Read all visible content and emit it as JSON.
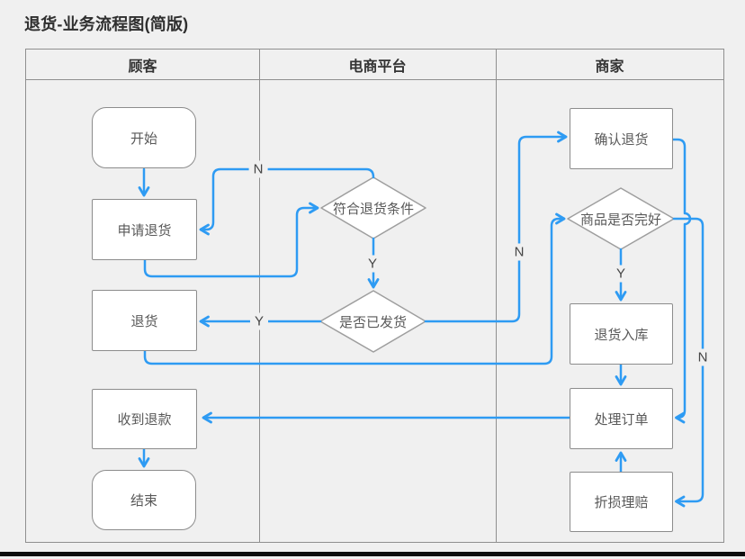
{
  "title": "退货-业务流程图(简版)",
  "lanes": [
    {
      "label": "顾客"
    },
    {
      "label": "电商平台"
    },
    {
      "label": "商家"
    }
  ],
  "nodes": {
    "start": {
      "label": "开始",
      "type": "terminator",
      "lane": "顾客"
    },
    "apply": {
      "label": "申请退货",
      "type": "process",
      "lane": "顾客"
    },
    "return_goods": {
      "label": "退货",
      "type": "process",
      "lane": "顾客"
    },
    "refund": {
      "label": "收到退款",
      "type": "process",
      "lane": "顾客"
    },
    "end": {
      "label": "结束",
      "type": "terminator",
      "lane": "顾客"
    },
    "cond_match": {
      "label": "符合退货条件",
      "type": "decision",
      "lane": "电商平台"
    },
    "cond_shipped": {
      "label": "是否已发货",
      "type": "decision",
      "lane": "电商平台"
    },
    "confirm": {
      "label": "确认退货",
      "type": "process",
      "lane": "商家"
    },
    "cond_intact": {
      "label": "商品是否完好",
      "type": "decision",
      "lane": "商家"
    },
    "warehouse": {
      "label": "退货入库",
      "type": "process",
      "lane": "商家"
    },
    "process_order": {
      "label": "处理订单",
      "type": "process",
      "lane": "商家"
    },
    "claim": {
      "label": "折损理赔",
      "type": "process",
      "lane": "商家"
    }
  },
  "edge_labels": {
    "n_match": {
      "text": "N"
    },
    "y_match": {
      "text": "Y"
    },
    "y_shipped": {
      "text": "Y"
    },
    "n_shipped": {
      "text": "N"
    },
    "y_intact": {
      "text": "Y"
    },
    "n_intact": {
      "text": "N"
    }
  },
  "colors": {
    "background": "#f0f0f0",
    "connector_blue": "#2e9bf3",
    "lane_border": "#8f8f8f",
    "node_border": "#8c8c8c",
    "node_fill": "#ffffff",
    "node_text": "#595959",
    "header_text": "#333333"
  }
}
